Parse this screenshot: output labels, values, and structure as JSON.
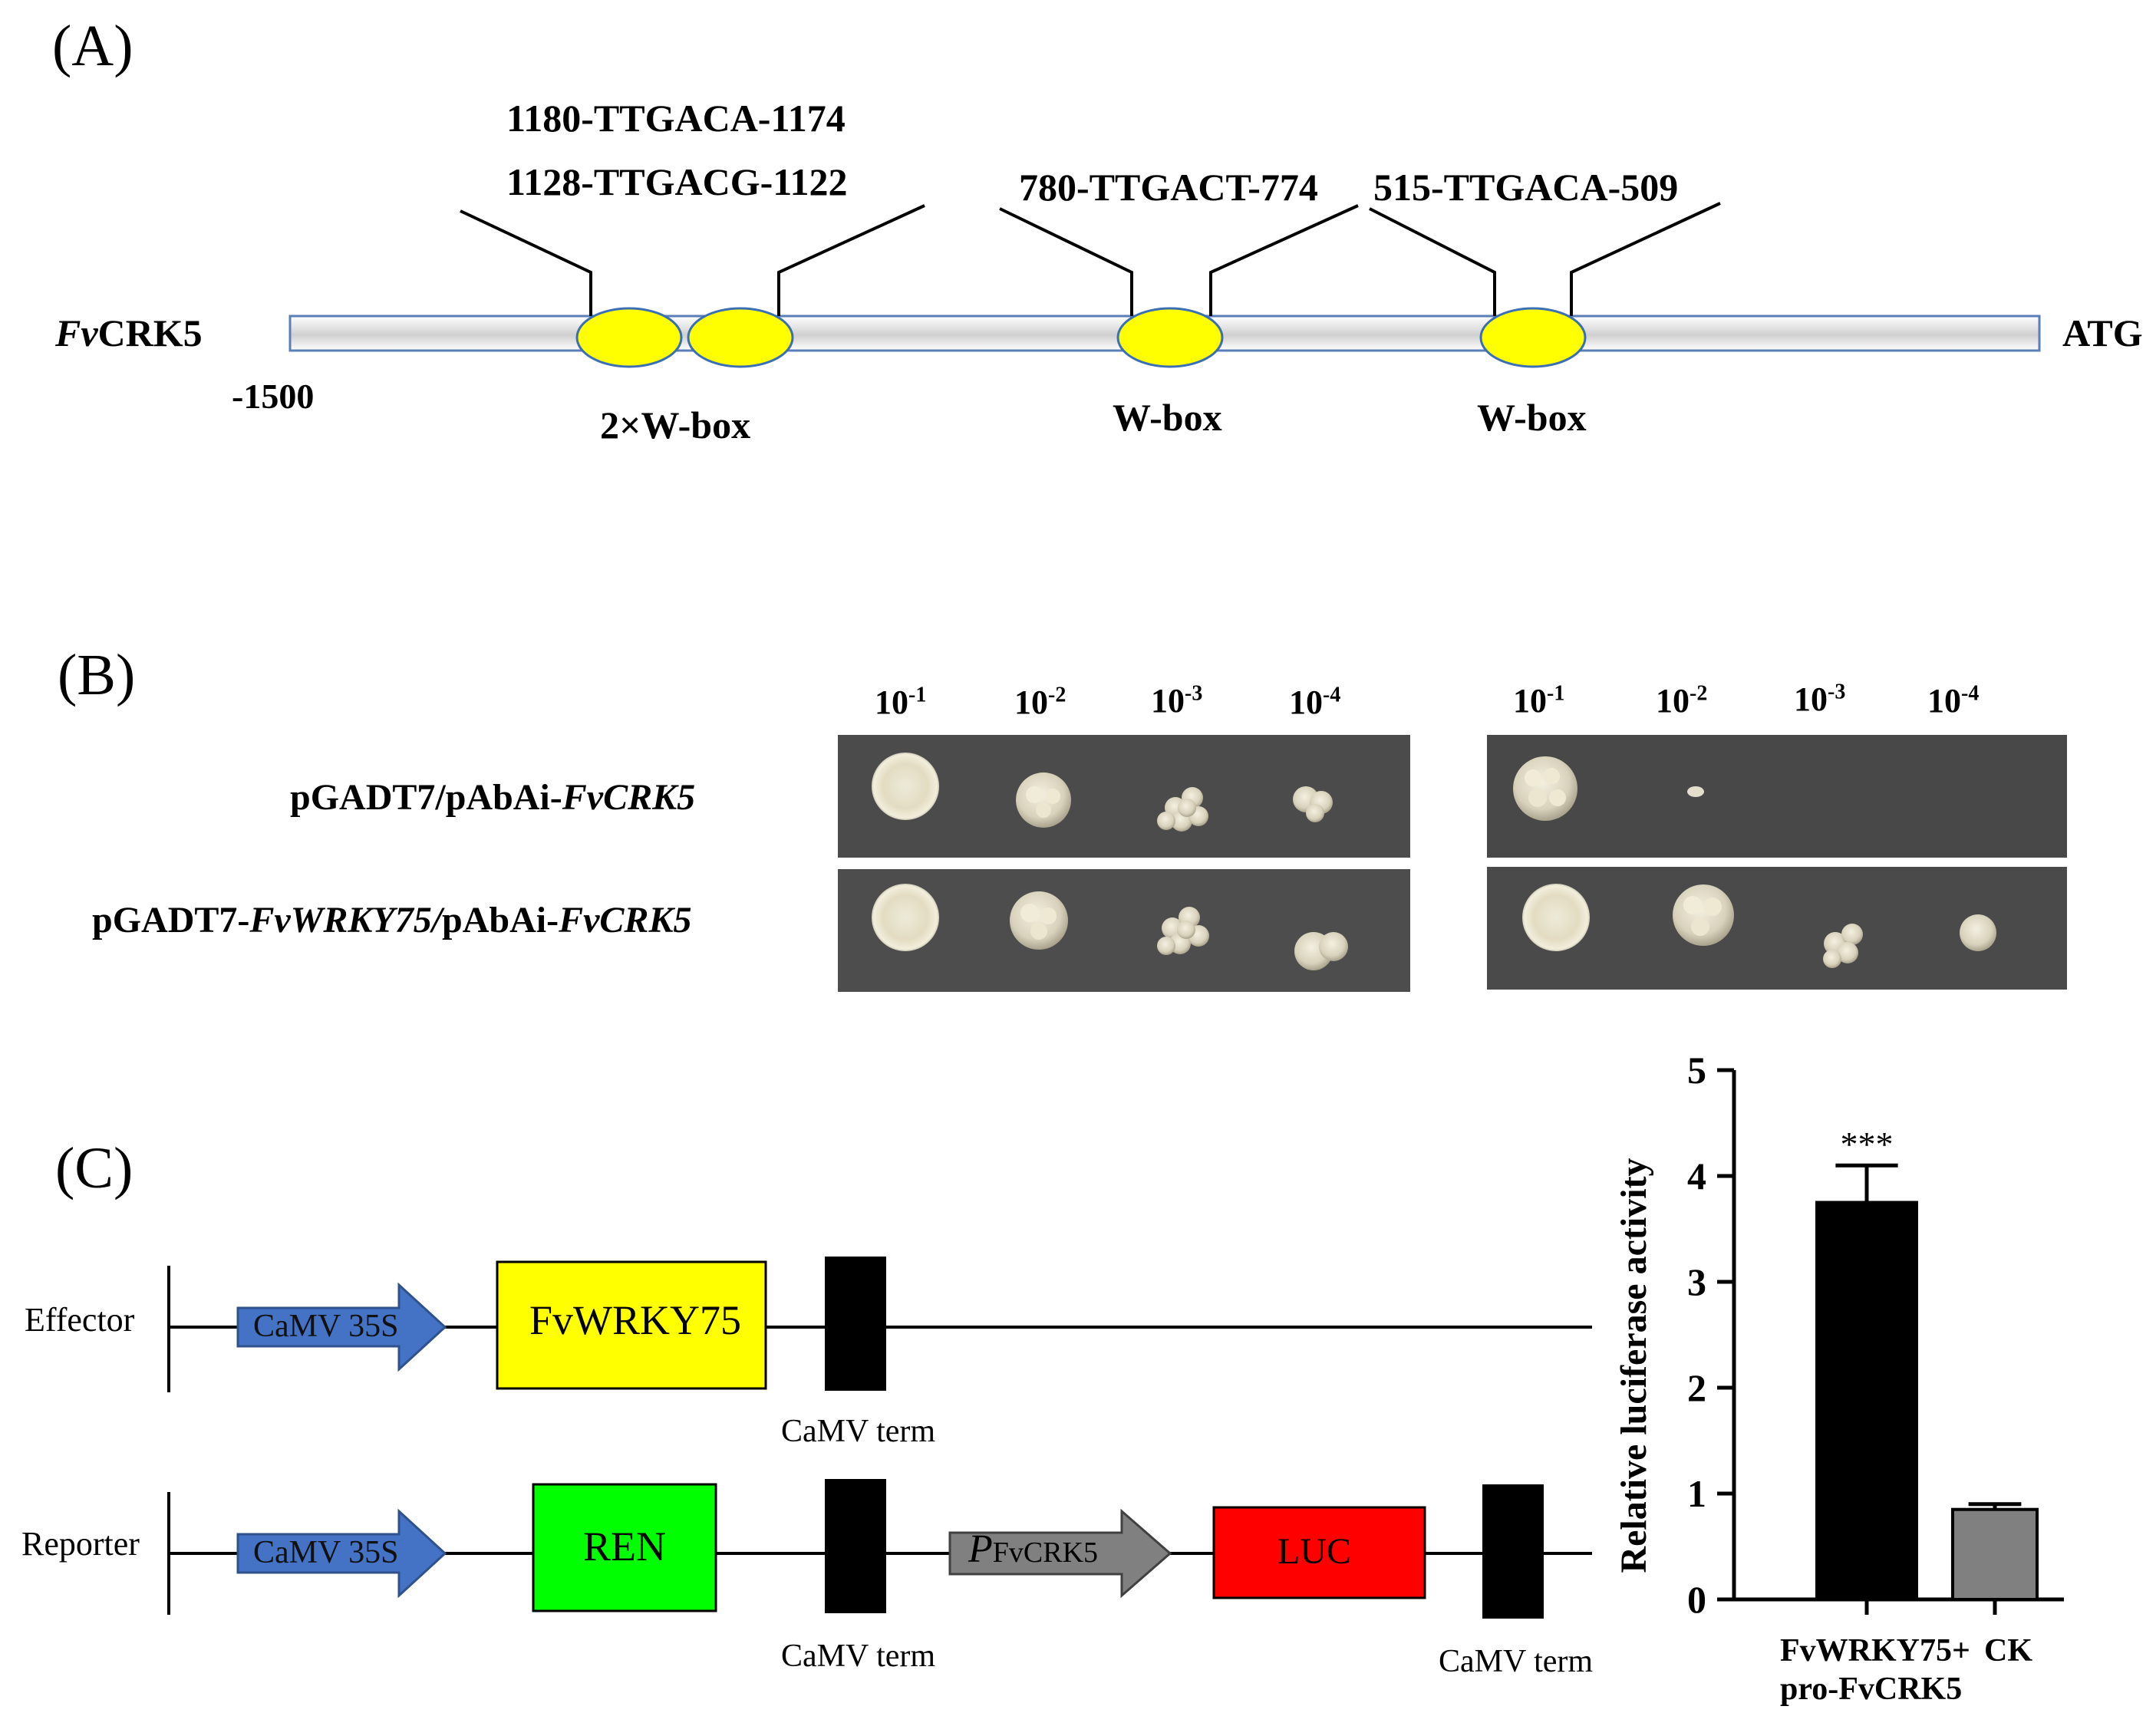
{
  "panel_a": {
    "letter": "(A)",
    "gene_prefix_italic": "Fv",
    "gene_suffix": "CRK5",
    "start_label": "-1500",
    "end_label": "ATG",
    "sites": [
      {
        "line1": "1180-TTGACA-1174",
        "line2": "1128-TTGACG-1122",
        "label": "2×W-box"
      },
      {
        "line1": "780-TTGACT-774",
        "label": "W-box"
      },
      {
        "line1": "515-TTGACA-509",
        "label": "W-box"
      }
    ],
    "colors": {
      "wbox": "#ffff00",
      "bar": "#d8d8d8",
      "bar_border": "#5a7fb8"
    }
  },
  "panel_b": {
    "letter": "(B)",
    "dilutions": [
      "10",
      "10",
      "10",
      "10"
    ],
    "dilution_exponents": [
      "-1",
      "-2",
      "-3",
      "-4"
    ],
    "rows": [
      {
        "prefix": "pGADT7/pAbAi-",
        "italic": "FvCRK5"
      },
      {
        "prefix": "pGADT7-",
        "italic_mid": "FvWRKY75/",
        "mid": "pAbAi-",
        "italic": "FvCRK5"
      }
    ]
  },
  "panel_c": {
    "letter": "(C)",
    "effector": {
      "label": "Effector",
      "promoter": "CaMV 35S",
      "gene": "FvWRKY75",
      "term": "CaMV term"
    },
    "reporter": {
      "label": "Reporter",
      "promoter": "CaMV 35S",
      "gene1": "REN",
      "term1": "CaMV term",
      "promoter2_p": "P",
      "promoter2_sub": "FvCRK5",
      "gene2": "LUC",
      "term2": "CaMV term"
    },
    "colors": {
      "promoter": "#4472c4",
      "effector_gene": "#ffff00",
      "ren": "#00ff00",
      "luc": "#ff0000",
      "promoter2": "#808080"
    }
  },
  "chart_data": {
    "type": "bar",
    "ylabel": "Relative luciferase activity",
    "ylim": [
      0,
      5
    ],
    "yticks": [
      "0",
      "1",
      "2",
      "3",
      "4",
      "5"
    ],
    "categories": [
      "FvWRKY75+ pro-FvCRK5",
      "CK"
    ],
    "category_lines": [
      [
        "FvWRKY75+",
        "pro-FvCRK5"
      ],
      [
        "CK"
      ]
    ],
    "values": [
      3.75,
      0.85
    ],
    "errors": [
      0.35,
      0.05
    ],
    "annotations": [
      "***",
      ""
    ],
    "colors": [
      "#000000",
      "#808080"
    ]
  }
}
